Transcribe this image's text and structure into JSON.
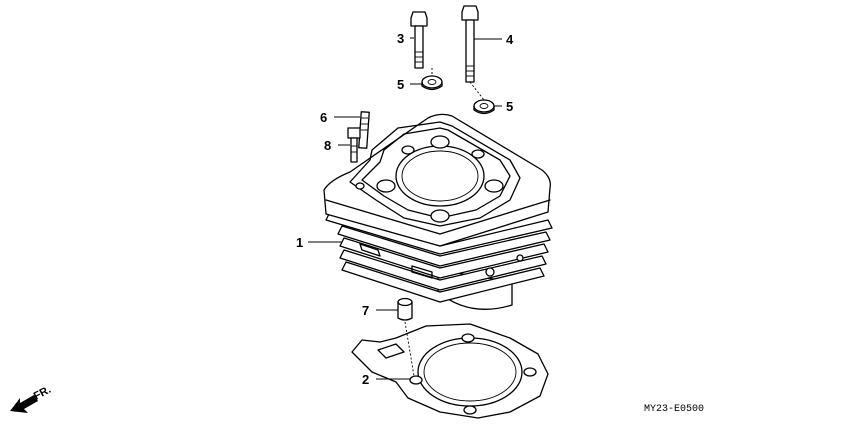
{
  "diagram": {
    "callouts": [
      {
        "id": "c1",
        "label": "1"
      },
      {
        "id": "c2",
        "label": "2"
      },
      {
        "id": "c3",
        "label": "3"
      },
      {
        "id": "c4",
        "label": "4"
      },
      {
        "id": "c5a",
        "label": "5"
      },
      {
        "id": "c5b",
        "label": "5"
      },
      {
        "id": "c6",
        "label": "6"
      },
      {
        "id": "c7",
        "label": "7"
      },
      {
        "id": "c8",
        "label": "8"
      }
    ],
    "direction_label": "FR.",
    "diagram_code": "MY23-E0500"
  }
}
